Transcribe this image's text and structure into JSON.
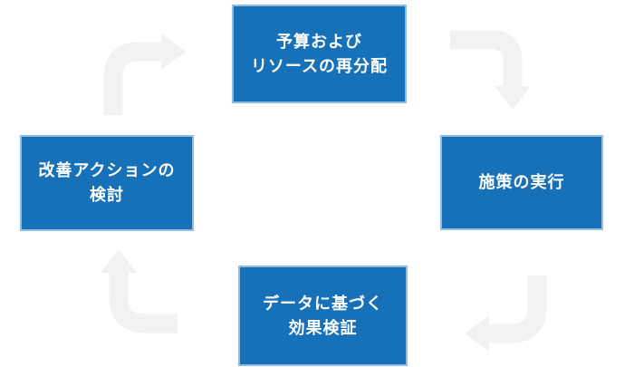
{
  "diagram": {
    "type": "cycle",
    "flow_direction": "clockwise",
    "steps": [
      {
        "id": "budget-resource-reallocation",
        "position": "top",
        "line1": "予算および",
        "line2": "リソースの再分配"
      },
      {
        "id": "execute-measures",
        "position": "right",
        "line1": "施策の実行",
        "line2": ""
      },
      {
        "id": "data-based-verification",
        "position": "bottom",
        "line1": "データに基づく",
        "line2": "効果検証"
      },
      {
        "id": "consider-improvements",
        "position": "left",
        "line1": "改善アクションの",
        "line2": "検討"
      }
    ],
    "arrows": [
      {
        "id": "arrow-left-to-top",
        "from": "consider-improvements",
        "to": "budget-resource-reallocation"
      },
      {
        "id": "arrow-top-to-right",
        "from": "budget-resource-reallocation",
        "to": "execute-measures"
      },
      {
        "id": "arrow-right-to-bottom",
        "from": "execute-measures",
        "to": "data-based-verification"
      },
      {
        "id": "arrow-bottom-to-left",
        "from": "data-based-verification",
        "to": "consider-improvements"
      }
    ]
  },
  "colors": {
    "box_fill": "#1771b9",
    "box_border": "#92bde2",
    "box_text": "#ffffff",
    "arrow": "#f2f2f2",
    "background": "#ffffff"
  }
}
